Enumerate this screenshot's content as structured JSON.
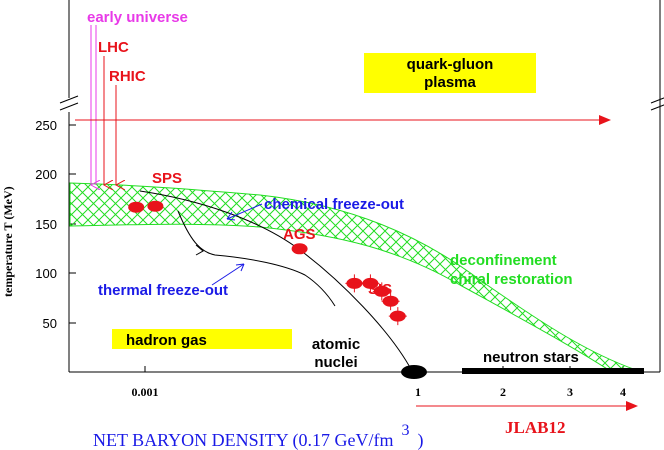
{
  "chart_data": {
    "type": "phase-diagram",
    "ylabel": "temperature T (MeV)",
    "xlabel": "NET BARYON DENSITY (0.17 GeV/fm",
    "xlabel_sup": "3",
    "xlabel_close": ")",
    "y_ticks": [
      "250",
      "200",
      "150",
      "100",
      "50"
    ],
    "x_ticks": [
      "0.001",
      "1",
      "2",
      "3",
      "4"
    ],
    "labels": {
      "early_universe": "early universe",
      "lhc": "LHC",
      "rhic": "RHIC",
      "sps": "SPS",
      "ags": "AGS",
      "sis": "SIS",
      "qgp_line1": "quark-gluon",
      "qgp_line2": "plasma",
      "chemical_freezeout": "chemical freeze-out",
      "thermal_freezeout": "thermal freeze-out",
      "deconfinement": "deconfinement",
      "chiral_restoration": "chiral restoration",
      "hadron_gas": "hadron gas",
      "atomic_nuclei_line1": "atomic",
      "atomic_nuclei_line2": "nuclei",
      "neutron_stars": "neutron stars",
      "jlab12": "JLAB12"
    },
    "colors": {
      "red": "#e8131b",
      "magenta": "#e83ae8",
      "green": "#22dd22",
      "blue": "#1a1ae6",
      "yellow": "#ffff00",
      "black": "#000000"
    },
    "data_points": [
      {
        "label": "SPS",
        "T": 167,
        "density": 0.0008
      },
      {
        "label": "SPS",
        "T": 168,
        "density": 0.0013
      },
      {
        "label": "AGS",
        "T": 125,
        "density": 0.05
      },
      {
        "label": "SIS",
        "T": 90,
        "density": 0.2
      },
      {
        "label": "SIS",
        "T": 90,
        "density": 0.3
      },
      {
        "label": "SIS",
        "T": 82,
        "density": 0.4
      },
      {
        "label": "SIS",
        "T": 72,
        "density": 0.5
      },
      {
        "label": "SIS",
        "T": 57,
        "density": 0.6
      }
    ]
  }
}
